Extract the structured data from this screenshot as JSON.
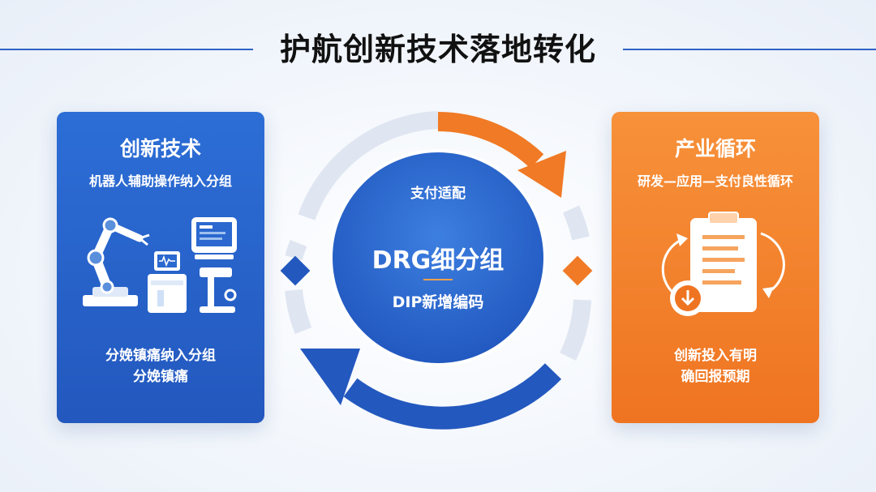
{
  "title": "护航创新技术落地转化",
  "left_card": {
    "title": "创新技术",
    "subtitle": "机器人辅助操作纳入分组",
    "footer": [
      "分娩镇痛纳入分组",
      "分娩镇痛"
    ]
  },
  "center": {
    "top_label": "支付适配",
    "main_label": "DRG细分组",
    "bottom_label": "DIP新增编码"
  },
  "right_card": {
    "title": "产业循环",
    "subtitle": "研发—应用—支付良性循环",
    "footer": [
      "创新投入有明",
      "确回报预期"
    ]
  },
  "colors": {
    "primary_blue": "#2358be",
    "accent_orange": "#f07a25",
    "ring_gray": "#dfe6f1",
    "title_line": "#2f63c4"
  },
  "icons": [
    "robot-arm-icon",
    "medical-device-icon",
    "clipboard-icon",
    "download-icon"
  ]
}
